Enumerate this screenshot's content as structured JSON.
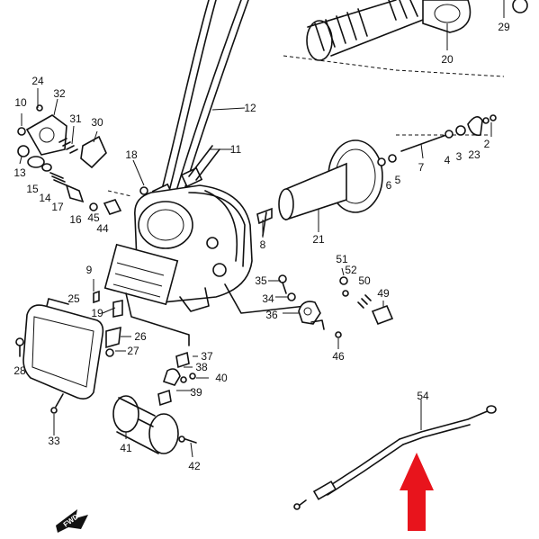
{
  "diagram": {
    "callouts": [
      {
        "id": "2",
        "label": "2"
      },
      {
        "id": "3",
        "label": "3"
      },
      {
        "id": "4",
        "label": "4"
      },
      {
        "id": "5",
        "label": "5"
      },
      {
        "id": "6",
        "label": "6"
      },
      {
        "id": "7",
        "label": "7"
      },
      {
        "id": "8",
        "label": "8"
      },
      {
        "id": "9",
        "label": "9"
      },
      {
        "id": "10",
        "label": "10"
      },
      {
        "id": "11",
        "label": "11"
      },
      {
        "id": "12",
        "label": "12"
      },
      {
        "id": "13",
        "label": "13"
      },
      {
        "id": "14",
        "label": "14"
      },
      {
        "id": "15",
        "label": "15"
      },
      {
        "id": "16",
        "label": "16"
      },
      {
        "id": "17",
        "label": "17"
      },
      {
        "id": "18",
        "label": "18"
      },
      {
        "id": "19",
        "label": "19"
      },
      {
        "id": "20",
        "label": "20"
      },
      {
        "id": "21",
        "label": "21"
      },
      {
        "id": "23",
        "label": "23"
      },
      {
        "id": "24",
        "label": "24"
      },
      {
        "id": "25",
        "label": "25"
      },
      {
        "id": "26",
        "label": "26"
      },
      {
        "id": "27",
        "label": "27"
      },
      {
        "id": "28",
        "label": "28"
      },
      {
        "id": "29",
        "label": "29"
      },
      {
        "id": "30",
        "label": "30"
      },
      {
        "id": "31",
        "label": "31"
      },
      {
        "id": "32",
        "label": "32"
      },
      {
        "id": "33",
        "label": "33"
      },
      {
        "id": "34",
        "label": "34"
      },
      {
        "id": "35",
        "label": "35"
      },
      {
        "id": "36",
        "label": "36"
      },
      {
        "id": "37",
        "label": "37"
      },
      {
        "id": "38",
        "label": "38"
      },
      {
        "id": "39",
        "label": "39"
      },
      {
        "id": "40",
        "label": "40"
      },
      {
        "id": "41",
        "label": "41"
      },
      {
        "id": "42",
        "label": "42"
      },
      {
        "id": "44",
        "label": "44"
      },
      {
        "id": "45",
        "label": "45"
      },
      {
        "id": "46",
        "label": "46"
      },
      {
        "id": "49",
        "label": "49"
      },
      {
        "id": "50",
        "label": "50"
      },
      {
        "id": "51",
        "label": "51"
      },
      {
        "id": "52",
        "label": "52"
      },
      {
        "id": "54",
        "label": "54"
      }
    ],
    "fwd_marker": {
      "label": "FWD"
    },
    "highlight_arrow": {
      "color": "#e8141c",
      "target": "54"
    }
  }
}
